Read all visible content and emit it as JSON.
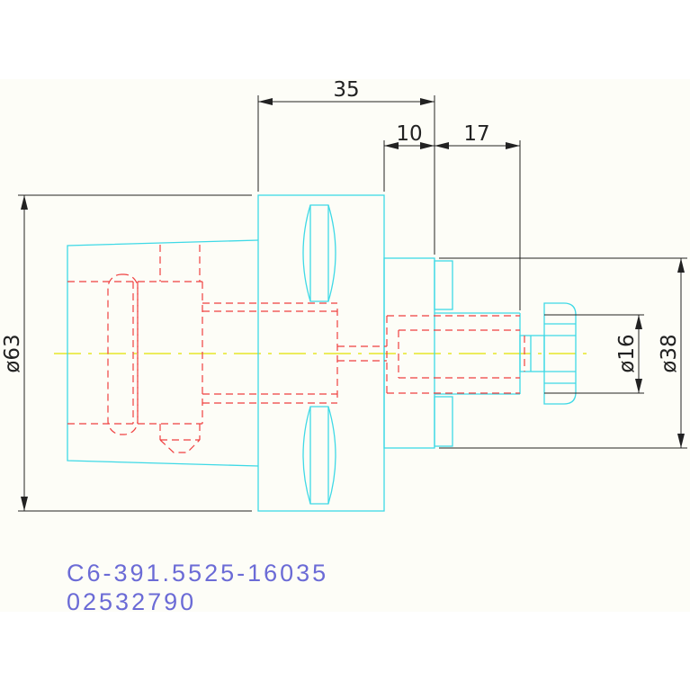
{
  "drawing": {
    "dimensions": {
      "length_35": "35",
      "length_10": "10",
      "length_17": "17",
      "dia_63": "ø63",
      "dia_16": "ø16",
      "dia_38": "ø38"
    },
    "part_number": "C6-391.5525-16035",
    "order_code": "02532790"
  },
  "colors": {
    "outline": "#3ed9e6",
    "hidden": "#f04040",
    "centerline": "#e2e200",
    "dimension": "#222222",
    "label": "#6b6bd6",
    "sheet": "#fdfdf7"
  }
}
